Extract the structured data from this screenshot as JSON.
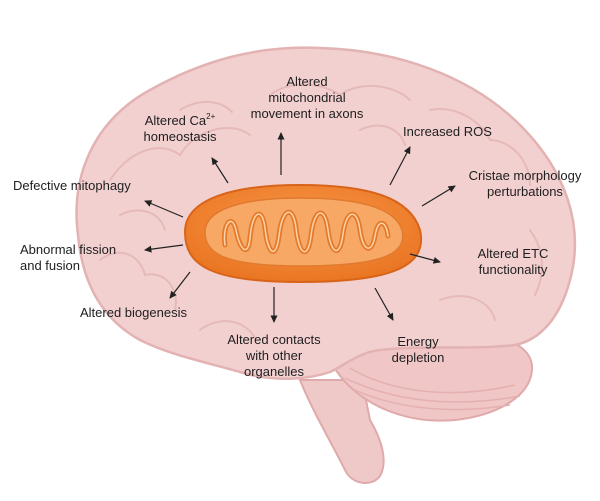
{
  "diagram": {
    "center": "mitochondrion",
    "labels": {
      "movement": [
        "Altered",
        "mitochondrial",
        "movement in axons"
      ],
      "calcium": {
        "line1_prefix": "Altered Ca",
        "line1_sup": "2+",
        "line2": "homeostasis"
      },
      "ros": "Increased ROS",
      "cristae": [
        "Cristae morphology",
        "perturbations"
      ],
      "mitophagy": "Defective mitophagy",
      "fission": [
        "Abnormal fission",
        "and fusion"
      ],
      "etc": [
        "Altered ETC",
        "functionality"
      ],
      "biogenesis": "Altered biogenesis",
      "contacts": [
        "Altered contacts",
        "with other",
        "organelles"
      ],
      "energy": [
        "Energy",
        "depletion"
      ]
    },
    "colors": {
      "brain_fill": "#f2cfcf",
      "brain_outline": "#e3b2b2",
      "mito_outer": "#f07f2a",
      "mito_inner": "#f6a35e",
      "arrow": "#222222"
    }
  }
}
